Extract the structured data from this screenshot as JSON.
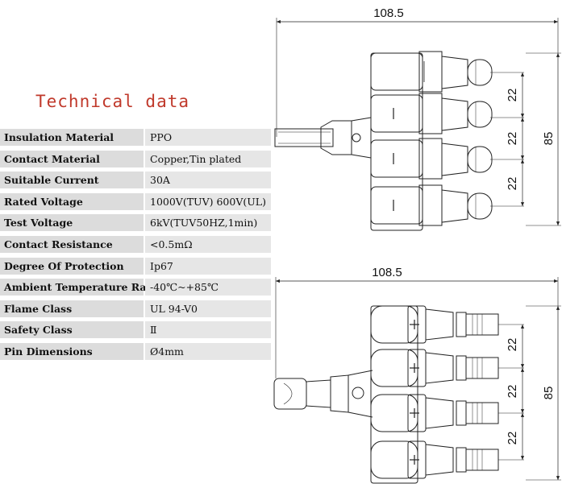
{
  "title": "Technical data",
  "specs": [
    {
      "label": "Insulation Material",
      "value": "PPO"
    },
    {
      "label": "Contact Material",
      "value": "Copper,Tin plated"
    },
    {
      "label": "Suitable Current",
      "value": "30A"
    },
    {
      "label": "Rated Voltage",
      "value": "1000V(TUV) 600V(UL)"
    },
    {
      "label": "Test Voltage",
      "value": "6kV(TUV50HZ,1min)"
    },
    {
      "label": "Contact Resistance",
      "value": "<0.5mΩ"
    },
    {
      "label": "Degree Of Protection",
      "value": "Ip67"
    },
    {
      "label": "Ambient Temperature Range",
      "value": "-40℃~+85℃"
    },
    {
      "label": "Flame Class",
      "value": "UL 94-V0"
    },
    {
      "label": "Safety Class",
      "value": "Ⅱ"
    },
    {
      "label": "Pin Dimensions",
      "value": "Ø4mm"
    }
  ],
  "drawing_top": {
    "width_dim": "108.5",
    "height_dim": "85",
    "pitch_dims": [
      "22",
      "22",
      "22"
    ]
  },
  "drawing_bottom": {
    "width_dim": "108.5",
    "height_dim": "85",
    "pitch_dims": [
      "22",
      "22",
      "22"
    ]
  }
}
